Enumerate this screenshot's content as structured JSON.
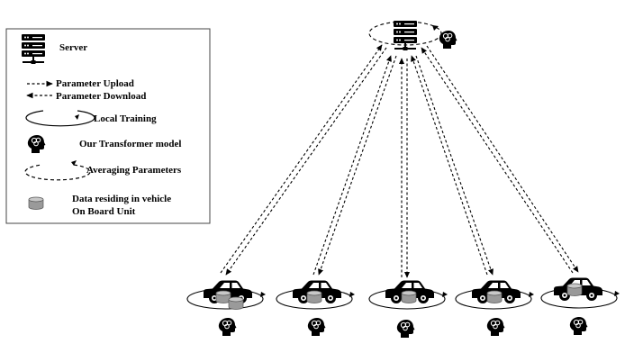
{
  "legend": {
    "server": "Server",
    "upload": "Parameter Upload",
    "download": "Parameter Download",
    "local_training": "Local Training",
    "model": "Our Transformer model",
    "averaging": "Averaging Parameters",
    "data_line1": "Data residing in vehicle",
    "data_line2": "On Board Unit"
  },
  "icons": {
    "server": "server-rack-icon",
    "model": "head-brain-icon",
    "vehicle": "car-icon",
    "data": "database-cylinder-icon"
  },
  "vehicles": [
    {
      "id": "vehicle-1"
    },
    {
      "id": "vehicle-2"
    },
    {
      "id": "vehicle-3"
    },
    {
      "id": "vehicle-4"
    },
    {
      "id": "vehicle-5"
    }
  ]
}
